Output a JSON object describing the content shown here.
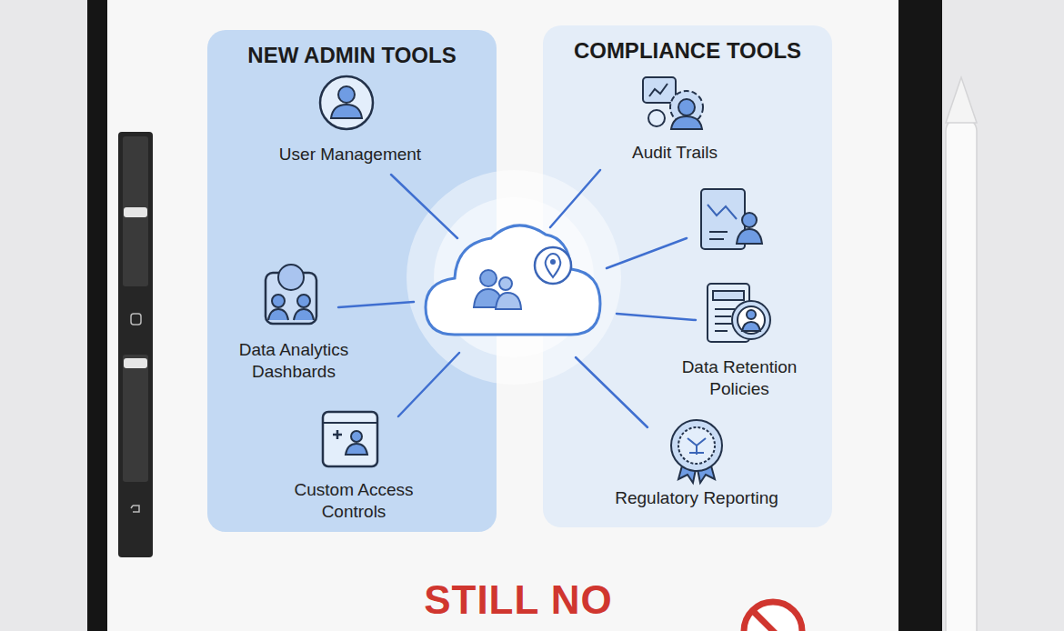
{
  "diagram": {
    "nodes": [
      {
        "text": [
          "NEW ADMIN TOOLS"
        ]
      },
      {
        "text": [
          "User Management"
        ],
        "in": 0
      },
      {
        "text": [
          "Data Analytics Dashbards"
        ],
        "in": 0
      },
      {
        "text": [
          "Custom Access Controls"
        ],
        "in": 0
      },
      {
        "text": [
          "COMPLIANCE TOOLS"
        ]
      },
      {
        "text": [
          "Audit Trails"
        ],
        "in": 4
      },
      {
        "text": [
          "Data Retention Policies"
        ],
        "in": 4
      },
      {
        "text": [
          "Regulatory Reporting"
        ],
        "in": 4
      }
    ],
    "labels": [
      "STILL NO"
    ]
  }
}
